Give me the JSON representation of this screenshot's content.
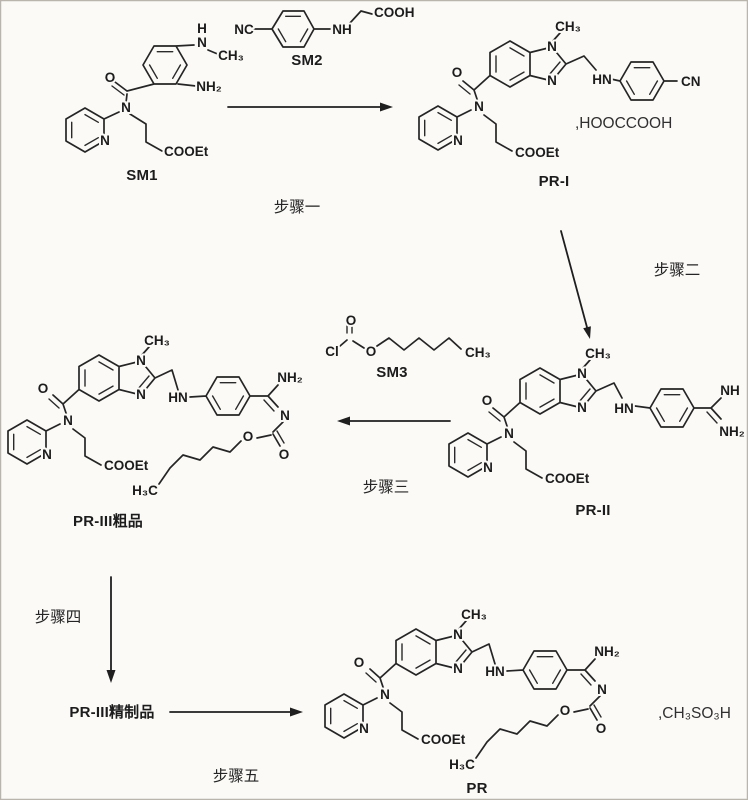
{
  "colors": {
    "ink": "#252525",
    "background": "#fbfaf7"
  },
  "steps": {
    "step1": "步骤一",
    "step2": "步骤二",
    "step3": "步骤三",
    "step4": "步骤四",
    "step5": "步骤五"
  },
  "compounds": {
    "sm1": {
      "name": "SM1",
      "atoms": {
        "h": "H",
        "n_methyl": "N",
        "ch3": "CH₃",
        "nh2": "NH₂",
        "o_carbonyl": "O",
        "n_amide": "N",
        "n_pyridine": "N",
        "cooet": "COOEt"
      }
    },
    "sm2": {
      "name": "SM2",
      "atoms": {
        "nc": "NC",
        "nh": "NH",
        "cooh": "COOH"
      }
    },
    "pr1": {
      "name": "PR-I",
      "salt": ",HOOCCOOH",
      "atoms": {
        "ch3": "CH₃",
        "n1": "N",
        "n3": "N",
        "hn": "HN",
        "cn": "CN",
        "o_carbonyl": "O",
        "n_amide": "N",
        "n_pyridine": "N",
        "cooet": "COOEt"
      }
    },
    "sm3": {
      "name": "SM3",
      "atoms": {
        "o_carbonyl": "O",
        "cl": "Cl",
        "o_ester": "O",
        "ch3": "CH₃"
      }
    },
    "pr2": {
      "name": "PR-II",
      "atoms": {
        "ch3": "CH₃",
        "n1": "N",
        "n3": "N",
        "hn": "HN",
        "nh": "NH",
        "nh2": "NH₂",
        "o_carbonyl": "O",
        "n_amide": "N",
        "n_pyridine": "N",
        "cooet": "COOEt"
      }
    },
    "pr3_crude": {
      "name": "PR-III粗品",
      "atoms": {
        "ch3": "CH₃",
        "n1": "N",
        "n3": "N",
        "hn": "HN",
        "nh2": "NH₂",
        "n_imine": "N",
        "o_ester": "O",
        "o_carbamate": "O",
        "h3c": "H₃C",
        "o_carbonyl": "O",
        "n_amide": "N",
        "n_pyridine": "N",
        "cooet": "COOEt"
      }
    },
    "pr3_refined": {
      "name": "PR-III精制品"
    },
    "pr": {
      "name": "PR",
      "salt": ",CH₃SO₃H",
      "atoms": {
        "ch3": "CH₃",
        "n1": "N",
        "n3": "N",
        "hn": "HN",
        "nh2": "NH₂",
        "n_imine": "N",
        "o_ester": "O",
        "o_carbamate": "O",
        "h3c": "H₃C",
        "o_carbonyl": "O",
        "n_amide": "N",
        "n_pyridine": "N",
        "cooet": "COOEt"
      }
    }
  }
}
